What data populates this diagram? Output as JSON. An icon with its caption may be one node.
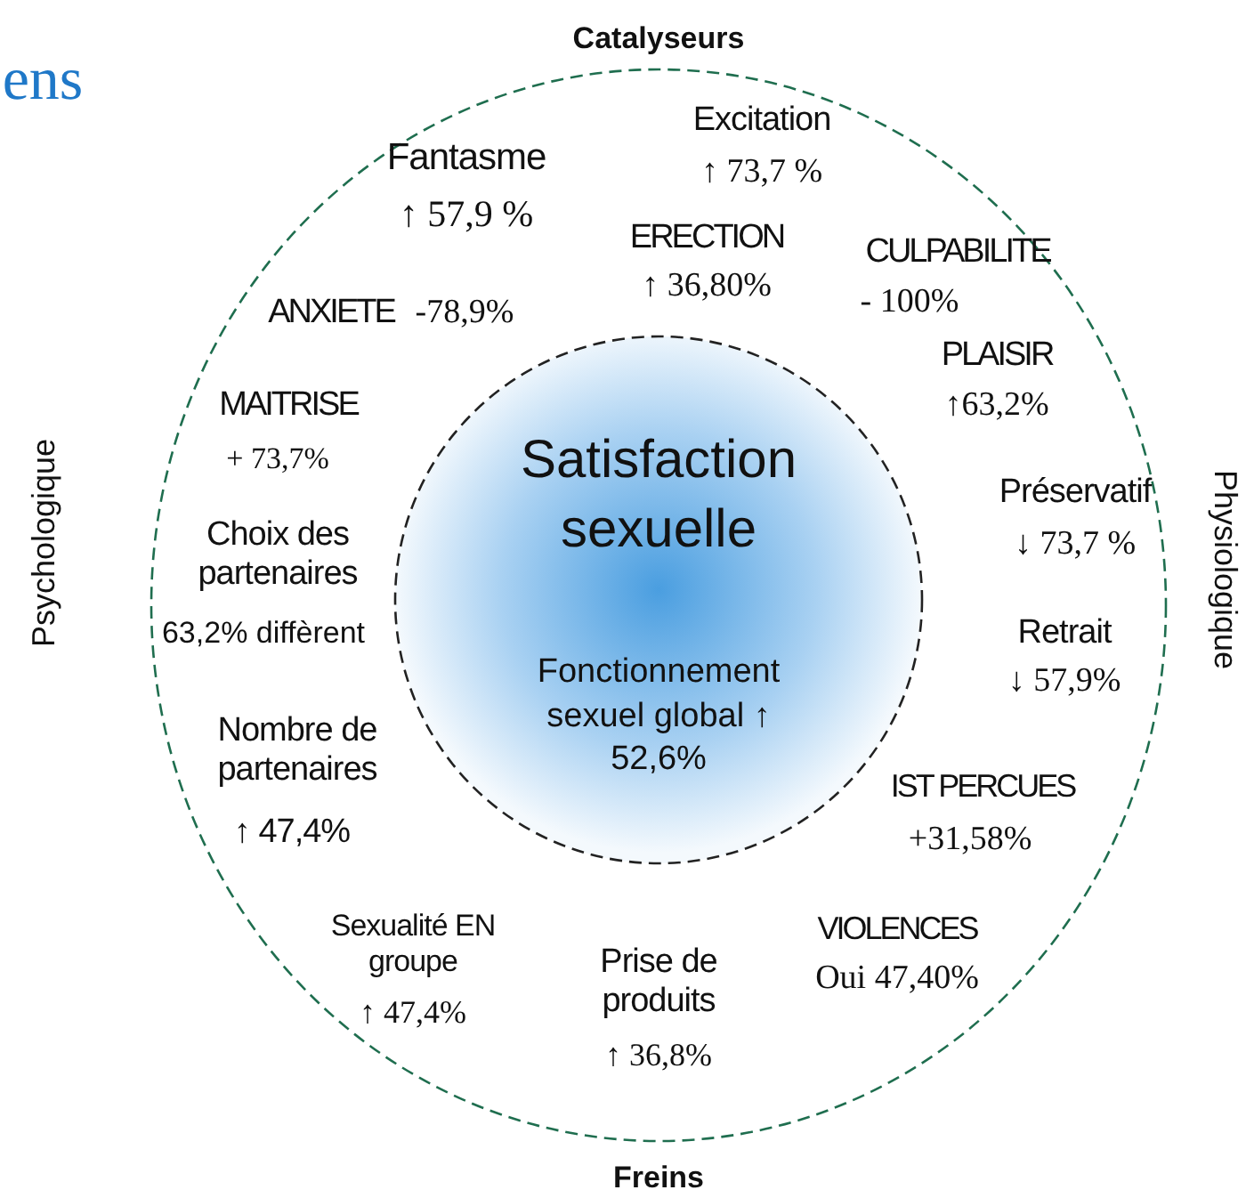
{
  "diagram": {
    "nodes": [
      {
        "text": [],
        "shape": "circle"
      },
      {
        "text": [
          "Satisfaction sexuelle",
          "Fonctionnement sexuel global ↑ 52,6%"
        ],
        "in": 0
      }
    ],
    "edges": [],
    "labels": [
      "ens",
      "Catalyseurs",
      "Excitation",
      "↑ 73,7  %",
      "Fantasme",
      "↑ 57,9 %",
      "ERECTION",
      "↑ 36,80%",
      "CULPABILITE",
      "- 100%",
      "ANXIETE",
      "-78,9%",
      "PLAISIR",
      "↑63,2%",
      "MAITRISE",
      "+ 73,7%",
      "Psychologique",
      "Choix des partenaires",
      "63,2% diffèrent",
      "Préservatif",
      "↓ 73,7 %",
      "Physiologique",
      "Retrait",
      "↓ 57,9%",
      "Nombre de partenaires",
      "↑ 47,4%",
      "IST PERCUES",
      "+31,58%",
      "Sexualité EN groupe",
      "↑ 47,4%",
      "Prise de produits",
      "↑ 36,8%",
      "VIOLENCES",
      "Oui 47,40%",
      "Freins"
    ]
  }
}
